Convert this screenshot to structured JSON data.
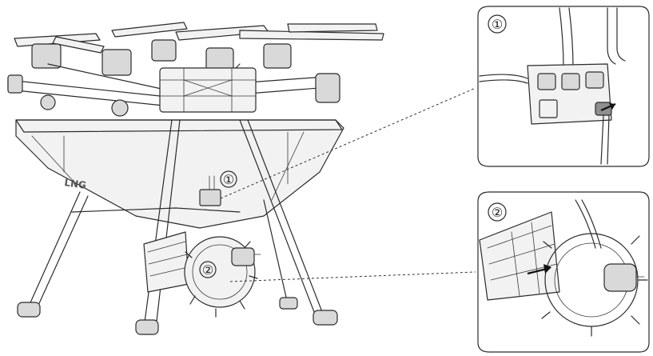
{
  "callouts": [
    {
      "label": "①"
    },
    {
      "label": "②"
    }
  ],
  "insets": [
    {
      "label": "①",
      "description_ref": "connector-box-detail"
    },
    {
      "label": "②",
      "description_ref": "spreader-motor-detail"
    }
  ],
  "colors": {
    "line": "#2b2b2b",
    "panel_border": "#555555",
    "highlight_fill": "#bdbdbd",
    "arrow": "#111111"
  },
  "icons": [
    "arrow-icon",
    "arrow-icon"
  ]
}
